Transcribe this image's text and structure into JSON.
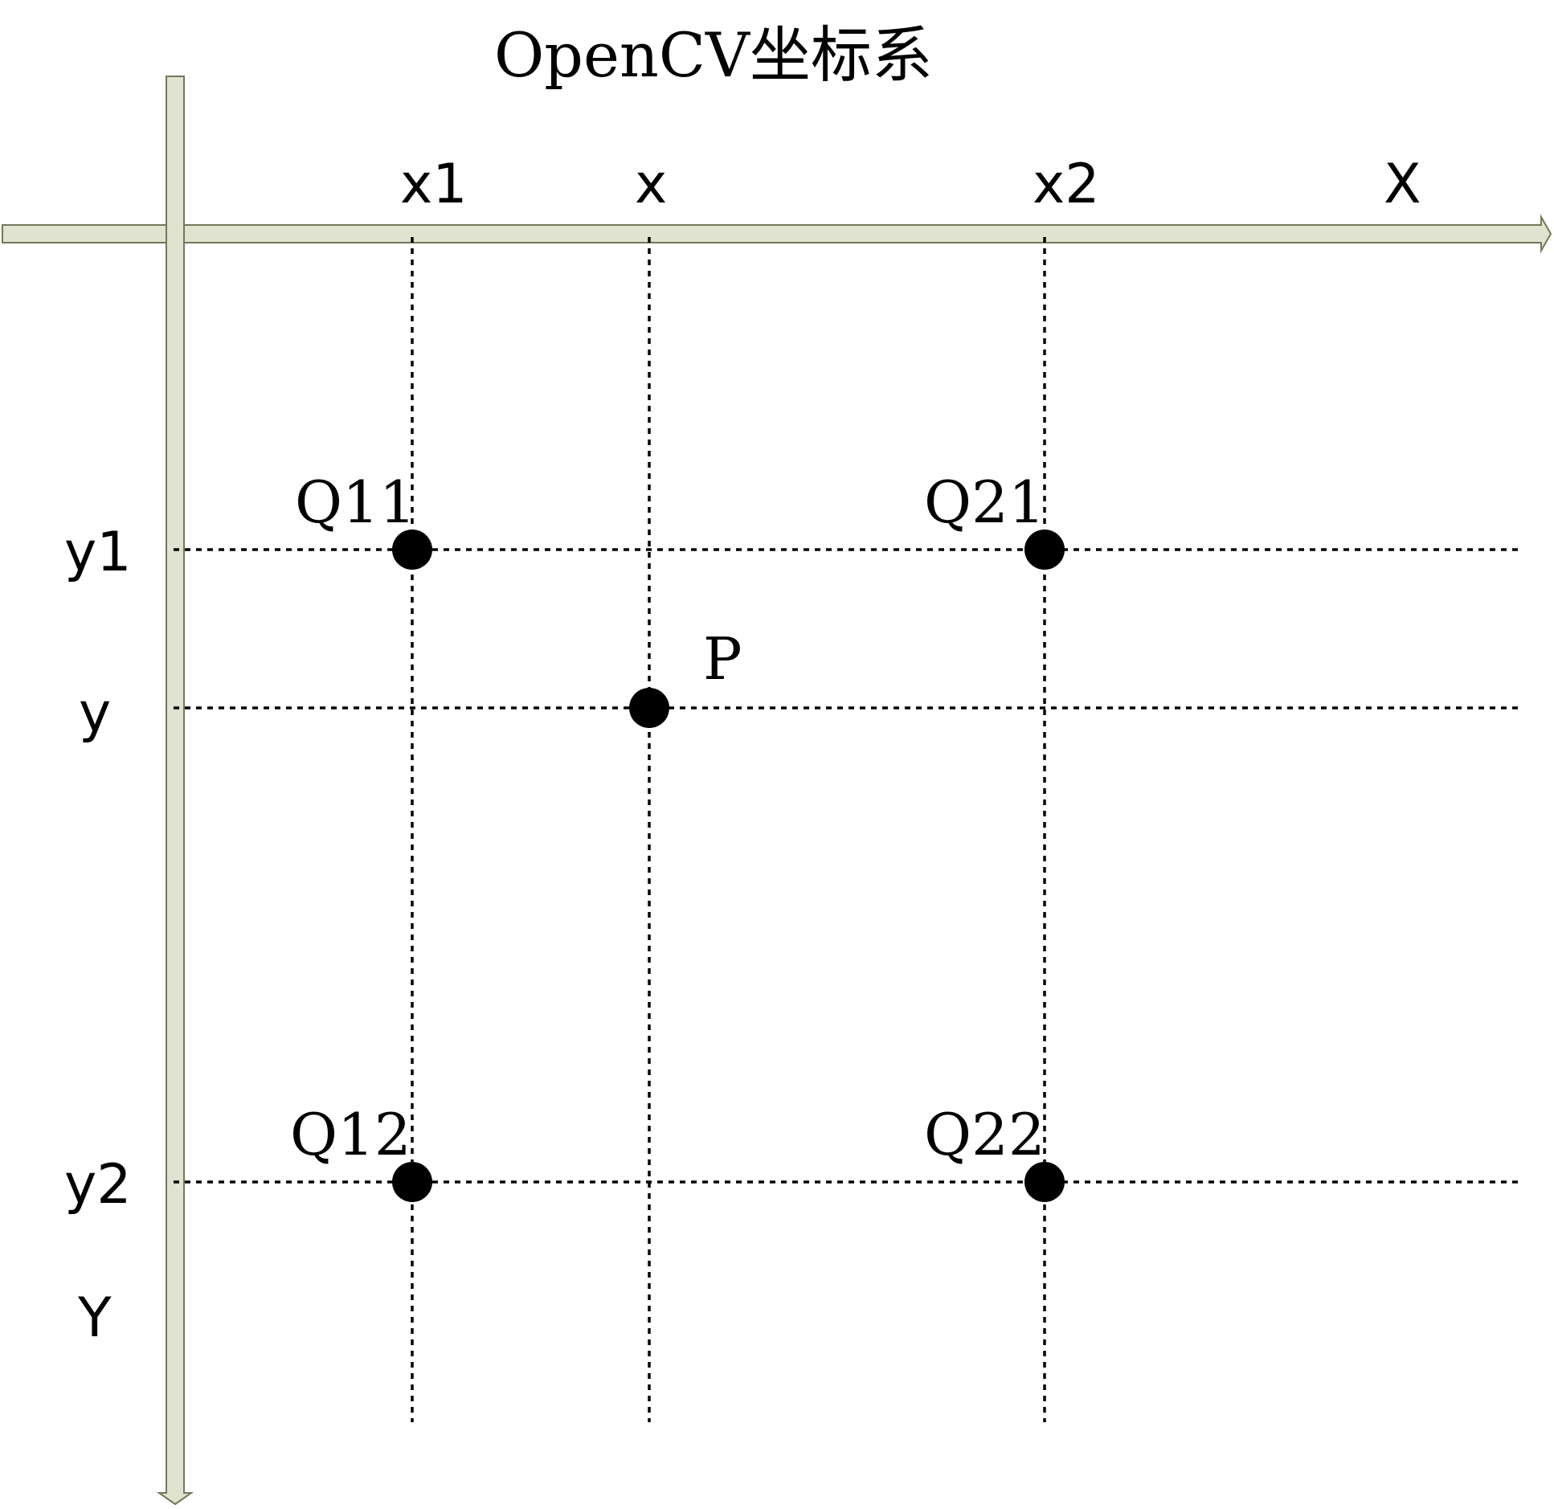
{
  "title": "OpenCV坐标系",
  "axes": {
    "x_axis_label": "X",
    "y_axis_label": "Y"
  },
  "x_ticks": [
    {
      "id": "x1",
      "label": "x1"
    },
    {
      "id": "x",
      "label": "x"
    },
    {
      "id": "x2",
      "label": "x2"
    }
  ],
  "y_ticks": [
    {
      "id": "y1",
      "label": "y1"
    },
    {
      "id": "y",
      "label": "y"
    },
    {
      "id": "y2",
      "label": "y2"
    }
  ],
  "points": [
    {
      "id": "Q11",
      "label": "Q11",
      "x": "x1",
      "y": "y1"
    },
    {
      "id": "Q21",
      "label": "Q21",
      "x": "x2",
      "y": "y1"
    },
    {
      "id": "P",
      "label": "P",
      "x": "x",
      "y": "y"
    },
    {
      "id": "Q12",
      "label": "Q12",
      "x": "x1",
      "y": "y2"
    },
    {
      "id": "Q22",
      "label": "Q22",
      "x": "x2",
      "y": "y2"
    }
  ],
  "colors": {
    "axis_fill": "#dfe3cf",
    "axis_stroke": "#6f7a5a",
    "point": "#000000"
  }
}
